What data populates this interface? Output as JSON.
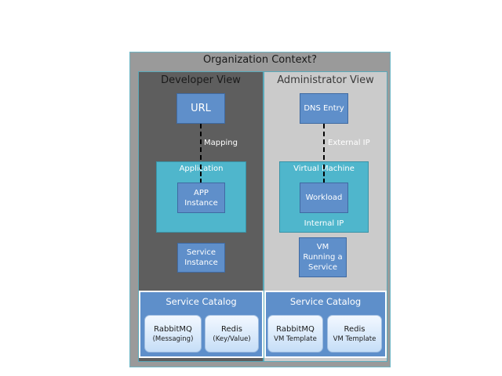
{
  "title": "Organization Context?",
  "developer_view": {
    "title": "Developer View",
    "url_box": "URL",
    "connector_label": "Mapping",
    "container_label": "Application",
    "instance_line1": "APP",
    "instance_line2": "Instance",
    "service_line1": "Service",
    "service_line2": "Instance",
    "catalog": {
      "title": "Service Catalog",
      "items": [
        {
          "name": "RabbitMQ",
          "sub": "(Messaging)"
        },
        {
          "name": "Redis",
          "sub": "(Key/Value)"
        }
      ]
    }
  },
  "administrator_view": {
    "title": "Administrator View",
    "dns_box": "DNS Entry",
    "connector_label": "External IP",
    "container_label": "Virtual Machine",
    "workload": "Workload",
    "internal_ip": "Internal IP",
    "vm_service_line1": "VM",
    "vm_service_line2": "Running a",
    "vm_service_line3": "Service",
    "catalog": {
      "title": "Service Catalog",
      "items": [
        {
          "name": "RabbitMQ",
          "sub": "VM Template"
        },
        {
          "name": "Redis",
          "sub": "VM Template"
        }
      ]
    }
  }
}
